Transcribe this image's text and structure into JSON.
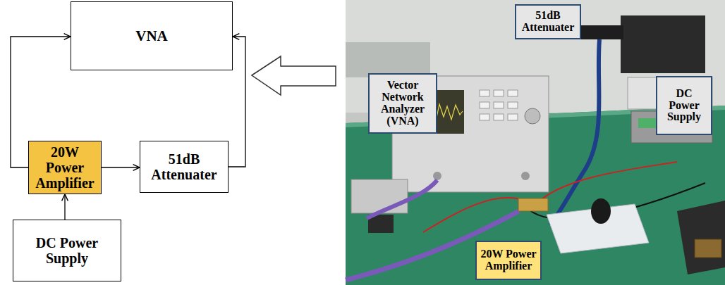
{
  "diagram": {
    "nodes": [
      {
        "text": [
          "VNA"
        ]
      },
      {
        "text": [
          "20W Power Amplifier"
        ]
      },
      {
        "text": [
          "51dB Attenuater"
        ]
      },
      {
        "text": [
          "DC Power Supply"
        ]
      },
      {
        "text": [
          "51dB Attenuater"
        ]
      },
      {
        "text": [
          "Vector Network Analyzer (VNA)"
        ]
      },
      {
        "text": [
          "DC Power Supply"
        ]
      },
      {
        "text": [
          "20W Power Amplifier"
        ]
      }
    ],
    "edges": [
      {
        "from": 1,
        "to": 0,
        "arrow": "to"
      },
      {
        "from": 1,
        "to": 2,
        "arrow": "to"
      },
      {
        "from": 2,
        "to": 0,
        "arrow": "to"
      },
      {
        "from": 3,
        "to": 1,
        "arrow": "to"
      }
    ]
  }
}
